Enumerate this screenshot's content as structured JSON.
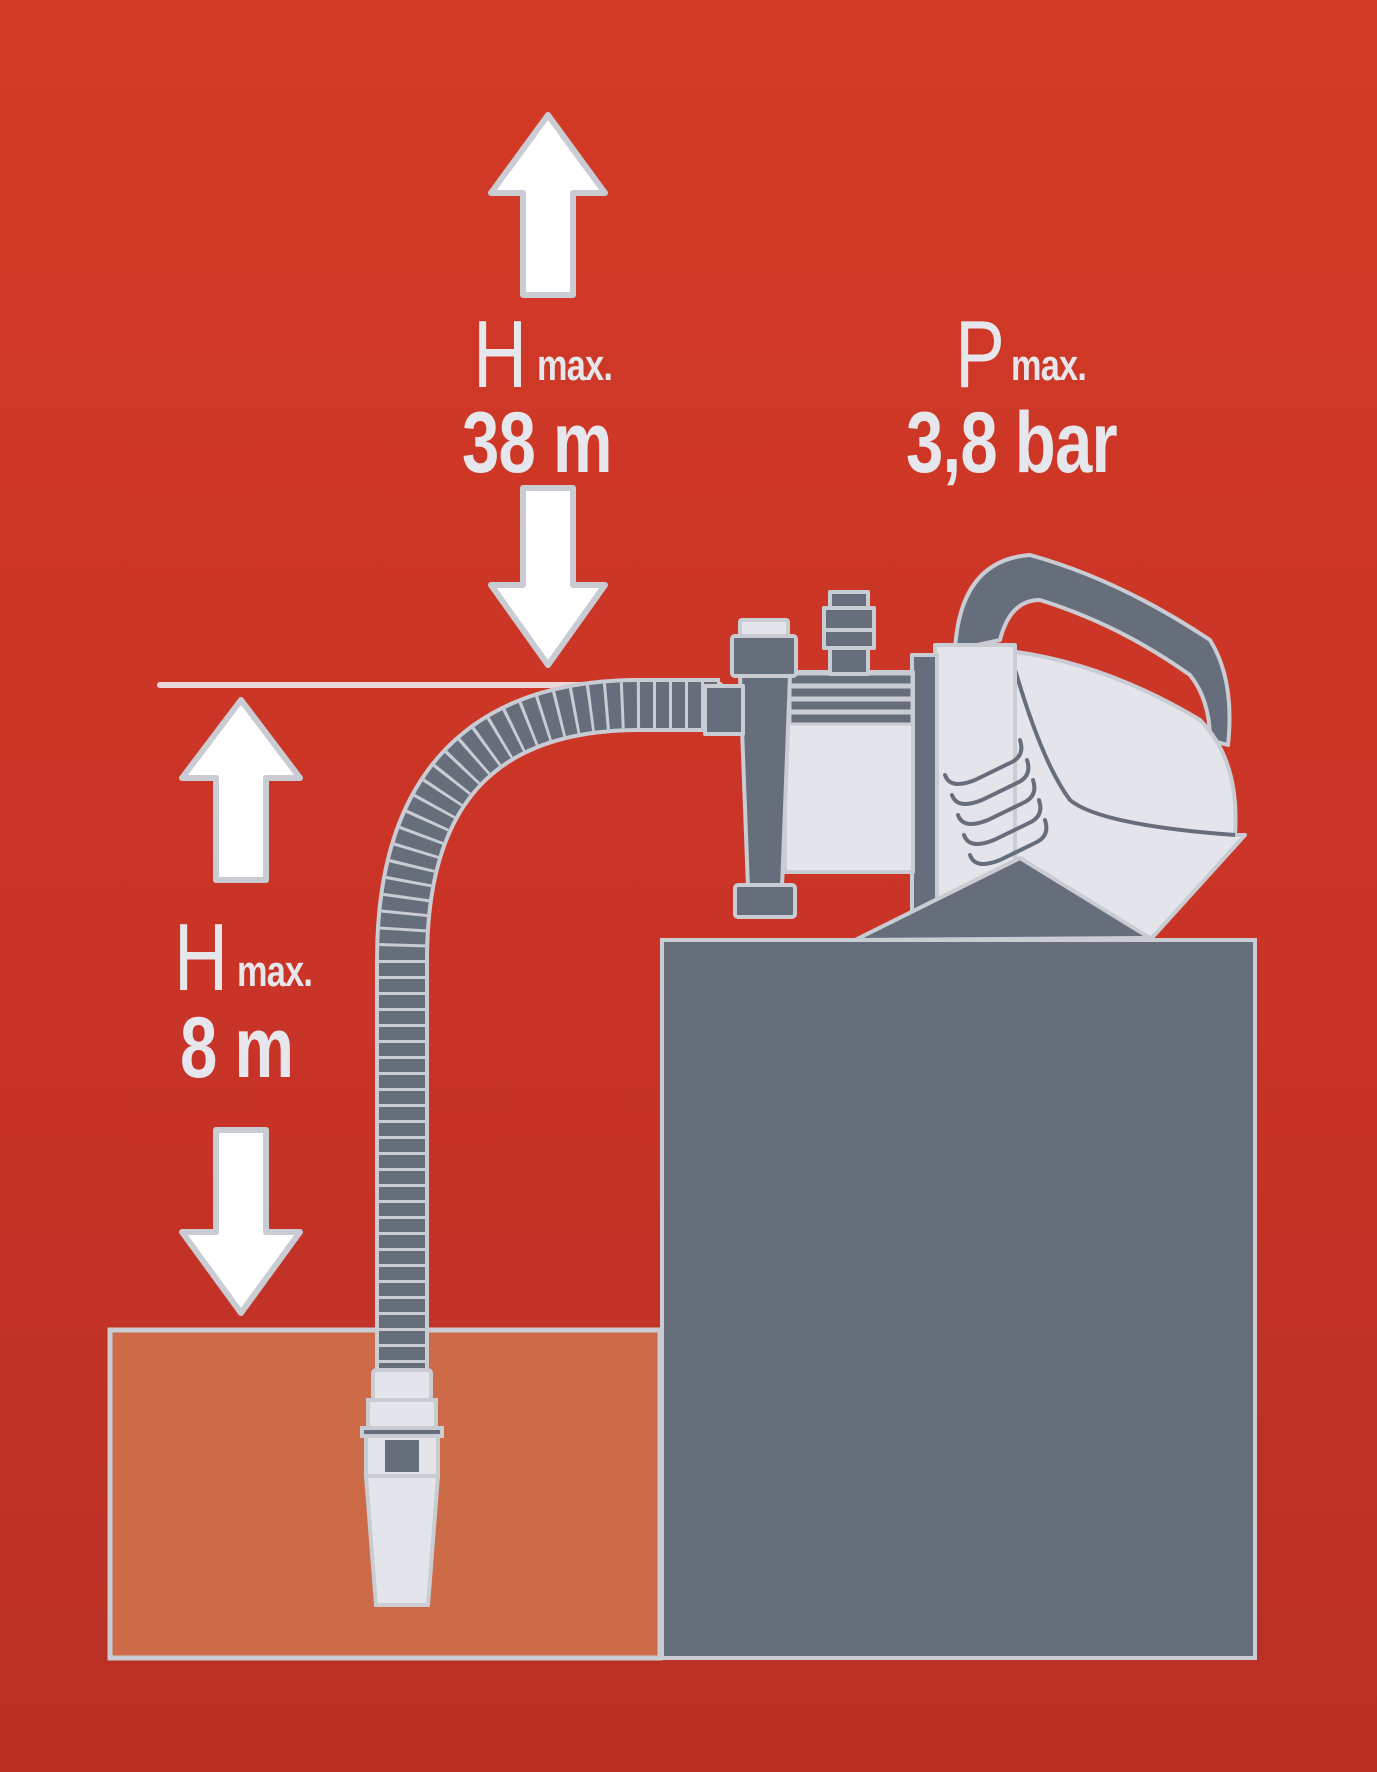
{
  "colors": {
    "background_top": "#d23a25",
    "background_bottom": "#b82f24",
    "tank_water": "#cd6b48",
    "outline": "#c9ccd3",
    "dark_gray": "#676e7b",
    "light_gray": "#e3e5ea",
    "arrow_fill": "#ffffff",
    "text": "#e6e7ec"
  },
  "labels": {
    "delivery_head": {
      "symbol": "H",
      "qualifier": "max.",
      "value": "38 m"
    },
    "pressure": {
      "symbol": "P",
      "qualifier": "max.",
      "value": "3,8 bar"
    },
    "suction_head": {
      "symbol": "H",
      "qualifier": "max.",
      "value": "8 m"
    }
  },
  "icons": {
    "delivery_up": "arrow-up-icon",
    "delivery_down": "arrow-down-icon",
    "suction_up": "arrow-up-icon",
    "suction_down": "arrow-down-icon",
    "pump": "garden-pump-icon",
    "hose": "suction-hose-icon",
    "filter": "foot-valve-filter-icon"
  }
}
